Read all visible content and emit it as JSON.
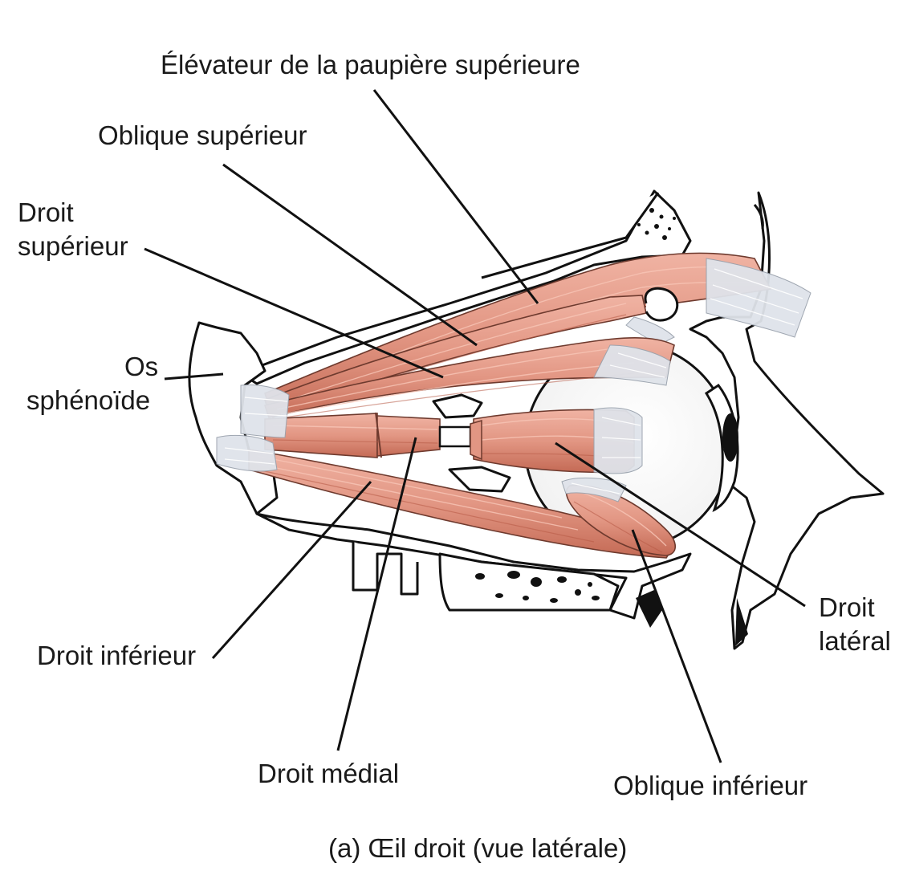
{
  "labels": {
    "levator": "Élévateur de la paupière supérieure",
    "superior_oblique": "Oblique supérieur",
    "superior_rectus_1": "Droit",
    "superior_rectus_2": "supérieur",
    "sphenoid_1": "Os",
    "sphenoid_2": "sphénoïde",
    "inferior_rectus": "Droit inférieur",
    "medial_rectus": "Droit médial",
    "inferior_oblique": "Oblique inférieur",
    "lateral_rectus_1": "Droit",
    "lateral_rectus_2": "latéral"
  },
  "caption": "(a) Œil droit (vue latérale)",
  "colors": {
    "muscle": "#e29683",
    "muscle_dark": "#c46a55",
    "tendon": "#dfe3ea",
    "outline": "#111111"
  }
}
